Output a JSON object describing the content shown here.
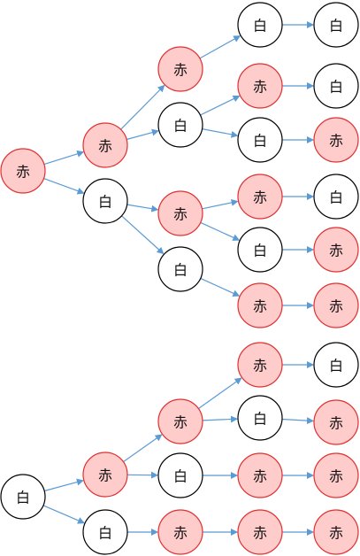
{
  "colors": {
    "red_fill": "#ffcccc",
    "red_stroke": "#e03030",
    "white_fill": "#ffffff",
    "white_stroke": "#000000",
    "arrow": "#5b9bd5"
  },
  "trees": [
    {
      "id": "top-tree",
      "root": {
        "label": "赤",
        "color": "red",
        "children": [
          {
            "label": "赤",
            "color": "red",
            "children": [
              {
                "label": "赤",
                "color": "red",
                "children": [
                  {
                    "label": "白",
                    "color": "white",
                    "children": [
                      {
                        "label": "白",
                        "color": "white",
                        "children": []
                      }
                    ]
                  }
                ]
              },
              {
                "label": "白",
                "color": "white",
                "children": [
                  {
                    "label": "赤",
                    "color": "red",
                    "children": [
                      {
                        "label": "白",
                        "color": "white",
                        "children": []
                      }
                    ]
                  },
                  {
                    "label": "白",
                    "color": "white",
                    "children": [
                      {
                        "label": "赤",
                        "color": "red",
                        "children": []
                      }
                    ]
                  }
                ]
              }
            ]
          },
          {
            "label": "白",
            "color": "white",
            "children": [
              {
                "label": "赤",
                "color": "red",
                "children": [
                  {
                    "label": "赤",
                    "color": "red",
                    "children": [
                      {
                        "label": "白",
                        "color": "white",
                        "children": []
                      }
                    ]
                  },
                  {
                    "label": "白",
                    "color": "white",
                    "children": [
                      {
                        "label": "赤",
                        "color": "red",
                        "children": []
                      }
                    ]
                  }
                ]
              },
              {
                "label": "白",
                "color": "white",
                "children": [
                  {
                    "label": "赤",
                    "color": "red",
                    "children": [
                      {
                        "label": "赤",
                        "color": "red",
                        "children": []
                      }
                    ]
                  }
                ]
              }
            ]
          }
        ]
      }
    },
    {
      "id": "bottom-tree",
      "root": {
        "label": "白",
        "color": "white",
        "children": [
          {
            "label": "赤",
            "color": "red",
            "children": [
              {
                "label": "赤",
                "color": "red",
                "children": [
                  {
                    "label": "赤",
                    "color": "red",
                    "children": [
                      {
                        "label": "白",
                        "color": "white",
                        "children": []
                      }
                    ]
                  },
                  {
                    "label": "白",
                    "color": "white",
                    "children": [
                      {
                        "label": "赤",
                        "color": "red",
                        "children": []
                      }
                    ]
                  }
                ]
              },
              {
                "label": "白",
                "color": "white",
                "children": [
                  {
                    "label": "赤",
                    "color": "red",
                    "children": [
                      {
                        "label": "赤",
                        "color": "red",
                        "children": []
                      }
                    ]
                  }
                ]
              }
            ]
          },
          {
            "label": "白",
            "color": "white",
            "children": [
              {
                "label": "赤",
                "color": "red",
                "children": [
                  {
                    "label": "赤",
                    "color": "red",
                    "children": [
                      {
                        "label": "赤",
                        "color": "red",
                        "children": []
                      }
                    ]
                  }
                ]
              }
            ]
          }
        ]
      }
    }
  ]
}
